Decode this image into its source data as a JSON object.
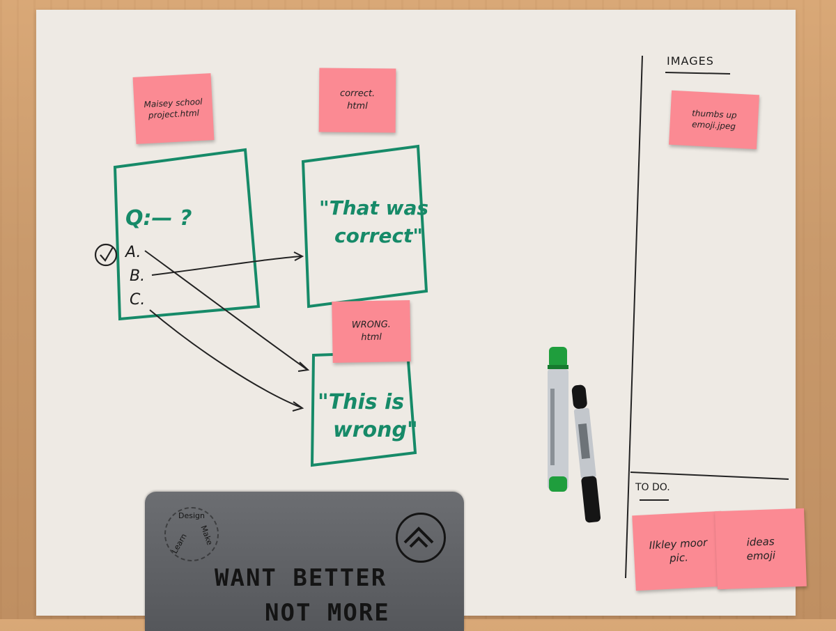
{
  "board": {
    "quiz_card": {
      "question": "Q:— ?",
      "options": [
        "A.",
        "B.",
        "C."
      ]
    },
    "correct_card": {
      "text_line1": "\"That was",
      "text_line2": "correct\""
    },
    "wrong_card": {
      "text_line1": "\"This is",
      "text_line2": "wrong\""
    },
    "images_heading": "IMAGES",
    "todo_heading": "TO DO."
  },
  "stickies": {
    "school_project": "Maisey school\nproject.html",
    "correct": "correct.\nhtml",
    "wrong": "WRONG.\nhtml",
    "thumbs_up": "thumbs up\nemoji.jpeg",
    "ilkley": "Ilkley moor\npic.",
    "ideas": "ideas\nemoji"
  },
  "laptop": {
    "sticker_line1": "WANT BETTER",
    "sticker_line2": "NOT MORE",
    "badge_words": [
      "Design",
      "Make",
      "Learn"
    ]
  },
  "colors": {
    "paper": "#eeeae4",
    "sticky": "#fb8a93",
    "green_marker": "#168a68",
    "laptop": "#5f6165"
  }
}
